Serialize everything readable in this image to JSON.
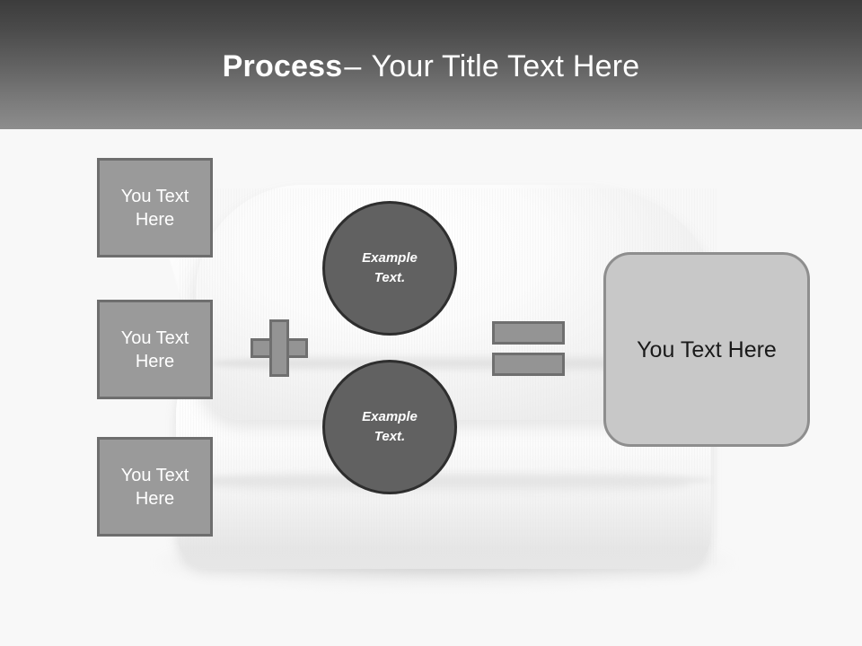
{
  "slide": {
    "title": {
      "strong": "Process",
      "dash": "–",
      "light": "Your Title Text Here"
    },
    "background_image": "stacked-white-pillows-photo"
  },
  "colors": {
    "header_gradient_top": "#3c3c3c",
    "header_gradient_bottom": "#8d8d8d",
    "slide_background": "#f8f8f8",
    "input_box_fill": "#9a9a9a",
    "input_box_border": "#6e6e6e",
    "input_box_text": "#ffffff",
    "circle_fill": "#616161",
    "circle_border": "#2e2e2e",
    "circle_text": "#ffffff",
    "operator_fill": "#949494",
    "operator_border": "#6f6f6f",
    "result_fill": "#c8c8c8",
    "result_border": "#8e8e8e",
    "result_text": "#1a1a1a"
  },
  "diagram": {
    "input_boxes": [
      {
        "label": "You Text Here"
      },
      {
        "label": "You Text Here"
      },
      {
        "label": "You Text Here"
      }
    ],
    "operators": [
      {
        "name": "plus",
        "symbol": "+"
      },
      {
        "name": "equals",
        "symbol": "="
      }
    ],
    "circles": [
      {
        "line1": "Example",
        "line2": "Text."
      },
      {
        "line1": "Example",
        "line2": "Text."
      }
    ],
    "result": {
      "label": "You Text Here"
    }
  }
}
